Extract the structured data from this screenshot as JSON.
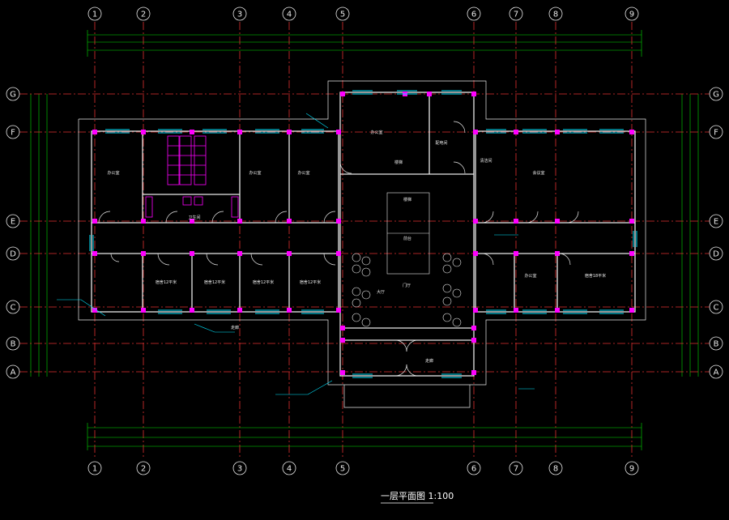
{
  "colors": {
    "background": "#000000",
    "axis": "#e03030",
    "wall": "#e8e8e8",
    "column": "#ff00ff",
    "dimension": "#00dd00",
    "bubble": "#e8e8e8",
    "window": "#00e5ff",
    "door": "#ffffff",
    "leader": "#00e5ff",
    "text": "#e8e8e8"
  },
  "grid": {
    "columns": [
      "1",
      "2",
      "3",
      "4",
      "5",
      "6",
      "7",
      "8",
      "9"
    ],
    "rows": [
      "G",
      "F",
      "E",
      "D",
      "C",
      "B",
      "A"
    ]
  },
  "rooms": [
    {
      "id": "r1",
      "label": "办公室"
    },
    {
      "id": "r2",
      "label": "卫生间"
    },
    {
      "id": "r3",
      "label": "办公室"
    },
    {
      "id": "r4",
      "label": "办公室"
    },
    {
      "id": "r5",
      "label": "办公室"
    },
    {
      "id": "r6",
      "label": "配电间"
    },
    {
      "id": "r7",
      "label": "楼梯"
    },
    {
      "id": "r8",
      "label": "会议室"
    },
    {
      "id": "r9",
      "label": "清洁间"
    },
    {
      "id": "r10",
      "label": "宿舍12平米"
    },
    {
      "id": "r11",
      "label": "宿舍12平米"
    },
    {
      "id": "r12",
      "label": "宿舍12平米"
    },
    {
      "id": "r13",
      "label": "宿舍12平米"
    },
    {
      "id": "r14",
      "label": "办公室"
    },
    {
      "id": "r15",
      "label": "宿舍18平米"
    },
    {
      "id": "r16",
      "label": "大厅"
    },
    {
      "id": "r17",
      "label": "门厅"
    },
    {
      "id": "r18",
      "label": "走廊"
    },
    {
      "id": "r19",
      "label": "走廊"
    },
    {
      "id": "r20",
      "label": "楼梯"
    },
    {
      "id": "r21",
      "label": "前台"
    }
  ],
  "title": "一层平面图 1:100"
}
